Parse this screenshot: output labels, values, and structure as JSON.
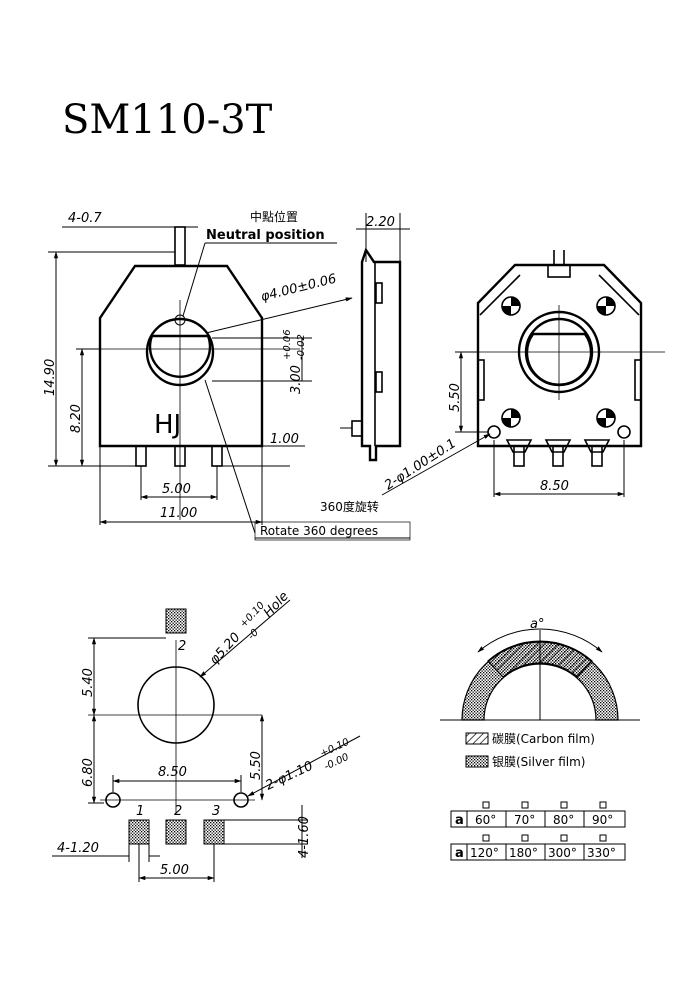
{
  "title": "SM110-3T",
  "front_view": {
    "dim_pin_width": "4-0.7",
    "neutral_cn": "中點位置",
    "neutral_en": "Neutral position",
    "dim_shaft_dia": "φ4.00±0.06",
    "dim_height_total": "14.90",
    "dim_height_center": "8.20",
    "dim_d_flat": "3.00",
    "dim_d_flat_tol_upper": "+0.06",
    "dim_d_flat_tol_lower": "-0.02",
    "logo": "HJ",
    "dim_pin_length": "1.00",
    "dim_pin_pitch": "5.00",
    "dim_width": "11.00",
    "rotate_en": "Rotate 360 degrees"
  },
  "side_view": {
    "dim_thickness": "2.20"
  },
  "back_view": {
    "dim_center_height": "5.50",
    "dim_boss_dia": "2-φ1.00±0.1",
    "rotate_cn": "360度旋转",
    "dim_width": "8.50"
  },
  "pcb_layout": {
    "dim_hole_dia": "φ5.20",
    "dim_hole_tol_upper": "+0.10",
    "dim_hole_tol_lower": "-0",
    "hole_word": "Hole",
    "dim_top": "5.40",
    "dim_bottom": "6.80",
    "dim_hole_span": "8.50",
    "dim_boss_offset": "5.50",
    "dim_small_hole_dia": "2-φ1.10",
    "dim_small_hole_tol_upper": "+0.10",
    "dim_small_hole_tol_lower": "-0.00",
    "pin_labels": [
      "1",
      "2",
      "3"
    ],
    "top_pin_label": "2",
    "dim_pad_width": "4-1.20",
    "dim_pad_length": "4-1.60",
    "dim_pad_pitch": "5.00"
  },
  "film_diagram": {
    "angle_label": "a°",
    "carbon_label": "碳膜(Carbon film)",
    "silver_label": "银膜(Silver film)"
  },
  "angle_table": {
    "row_header": "a",
    "rows": [
      [
        "60°",
        "70°",
        "80°",
        "90°"
      ],
      [
        "120°",
        "180°",
        "300°",
        "330°"
      ]
    ]
  }
}
